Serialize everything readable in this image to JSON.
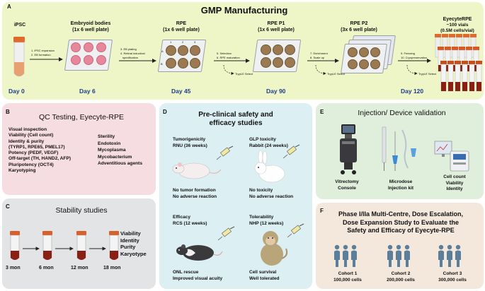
{
  "panelA": {
    "label": "A",
    "title": "GMP Manufacturing",
    "stages": [
      {
        "name": "iPSC",
        "sub": "",
        "day": "Day 0"
      },
      {
        "name": "Embryoid bodies",
        "sub": "(1x 6 well plate)",
        "day": "Day 6"
      },
      {
        "name": "RPE",
        "sub": "(1x 6 well plate)",
        "day": "Day 45"
      },
      {
        "name": "RPE P1",
        "sub": "(1x 6 well plate)",
        "day": "Day 90"
      },
      {
        "name": "RPE P2",
        "sub": "(3x 6 well plate)",
        "day": "Day 120"
      },
      {
        "name": "EyecyteRPE",
        "sub": "~100 vials",
        "sub2": "(0.5M cells/vial)",
        "day": ""
      }
    ],
    "steps": [
      {
        "l1": "1. iPSC expansion",
        "l2": "2. EB formation"
      },
      {
        "l1": "3. EB plating",
        "l2": "4. Retinal induction/",
        "l3": "specification"
      },
      {
        "l1": "5. Selection",
        "l2": "6. RPE maturation"
      },
      {
        "l1": "7. Enrichment",
        "l2": "8. Scale up"
      },
      {
        "l1": "9. Freezing",
        "l2": "10. Cryopreservation"
      }
    ],
    "tryple": "TrypLE Select",
    "plate_labels": [
      "1",
      "2",
      "3",
      "A",
      "B"
    ]
  },
  "panelB": {
    "label": "B",
    "title": "QC Testing, Eyecyte-RPE",
    "left": [
      "Visual inspection",
      "Viability (Cell count)",
      "Identity & purity",
      "(TYRP1, RPE65, PMEL17)",
      "Potency (PEDF, VEGF)",
      "Off-target (TH, HAND2, AFP)",
      "Pluripotency (OCT4)",
      "Karyotyping"
    ],
    "right": [
      "Sterility",
      "Endotoxin",
      "Mycoplasma",
      "Mycobacterium",
      "Adventitious agents"
    ]
  },
  "panelC": {
    "label": "C",
    "title": "Stability studies",
    "times": [
      "3 mon",
      "6 mon",
      "12 mon",
      "18 mon"
    ],
    "attributes": [
      "Viability",
      "Identity",
      "Purity",
      "Karyotype"
    ]
  },
  "panelD": {
    "label": "D",
    "title1": "Pre-clinical safety and",
    "title2": "efficacy studies",
    "studies": [
      {
        "t1": "Tumorigenicity",
        "t2": "RNU (36 weeks)",
        "r1": "No tumor formation",
        "r2": "No adverse reaction"
      },
      {
        "t1": "GLP toxicity",
        "t2": "Rabbit (24 weeks)",
        "r1": "No toxicity",
        "r2": "No adverse reaction"
      },
      {
        "t1": "Efficacy",
        "t2": "RCS (12 weeks)",
        "r1": "ONL rescue",
        "r2": "Improved visual acuity"
      },
      {
        "t1": "Tolerability",
        "t2": "NHP (12 weeks)",
        "r1": "Cell survival",
        "r2": "Well tolerated"
      }
    ]
  },
  "panelE": {
    "label": "E",
    "title": "Injection/ Device validation",
    "devices": [
      {
        "l1": "Vitrectomy",
        "l2": "Console",
        "l3": ""
      },
      {
        "l1": "Microdose",
        "l2": "Injection kit",
        "l3": ""
      },
      {
        "l1": "Cell count",
        "l2": "Viability",
        "l3": "Identity"
      }
    ]
  },
  "panelF": {
    "label": "F",
    "title": [
      "Phase I/IIa Multi-Centre, Dose Escalation,",
      "Dose Expansion Study to Evaluate the",
      "Safety and Efficacy of Eyecyte-RPE"
    ],
    "cohorts": [
      {
        "name": "Cohort 1",
        "cells": "100,000 cells"
      },
      {
        "name": "Cohort 2",
        "cells": "200,000 cells"
      },
      {
        "name": "Cohort 3",
        "cells": "300,000 cells"
      }
    ]
  },
  "colors": {
    "panelA": "#eef6c8",
    "panelB": "#f6dde2",
    "panelC": "#e3e4e6",
    "panelD": "#dceff3",
    "panelE": "#e0eedc",
    "panelF": "#f4e7dc",
    "day": "#1f3c88",
    "rpe": "#9b7a52",
    "eb": "#e8869a",
    "person": "#5b7f9b"
  }
}
